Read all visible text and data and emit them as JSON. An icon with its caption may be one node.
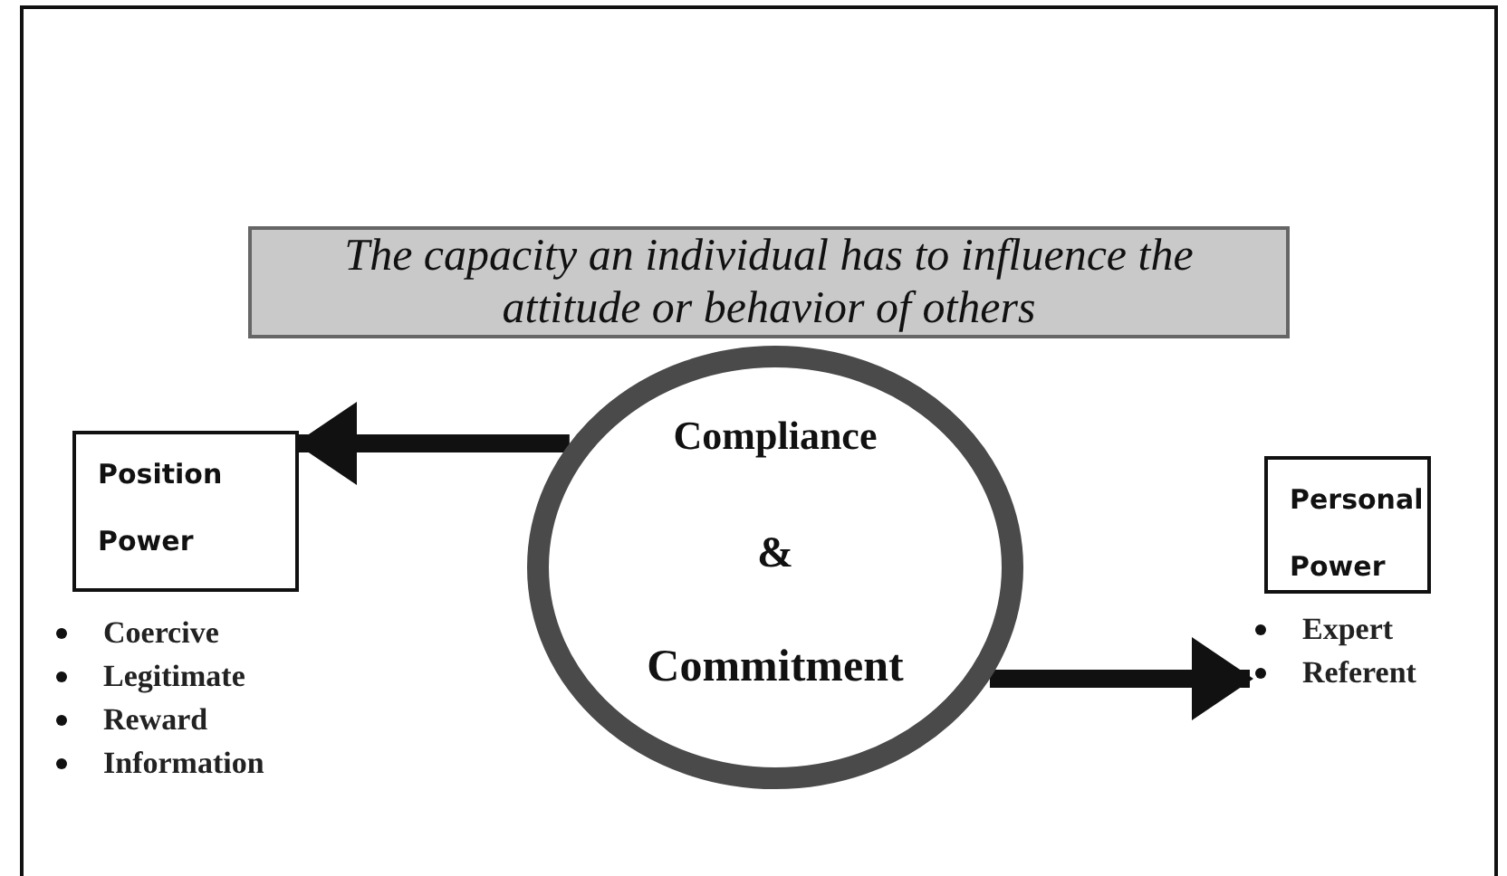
{
  "diagram": {
    "nodes": [
      {
        "text": [
          "The capacity an individual has to influence the attitude or behavior of others"
        ]
      },
      {
        "text": [
          "Compliance",
          "&",
          "Commitment"
        ]
      },
      {
        "text": [
          "Position Power"
        ]
      },
      {
        "text": [
          "Personal Power"
        ]
      },
      {
        "text": [
          "Expert",
          "Referent"
        ]
      },
      {
        "text": [
          "Coercive",
          "Legitimate",
          "Reward",
          "Information"
        ]
      }
    ],
    "edges": [
      {
        "from": 1,
        "to": 2,
        "arrow": "to"
      },
      {
        "from": 1,
        "to": 4,
        "arrow": "to"
      }
    ]
  }
}
